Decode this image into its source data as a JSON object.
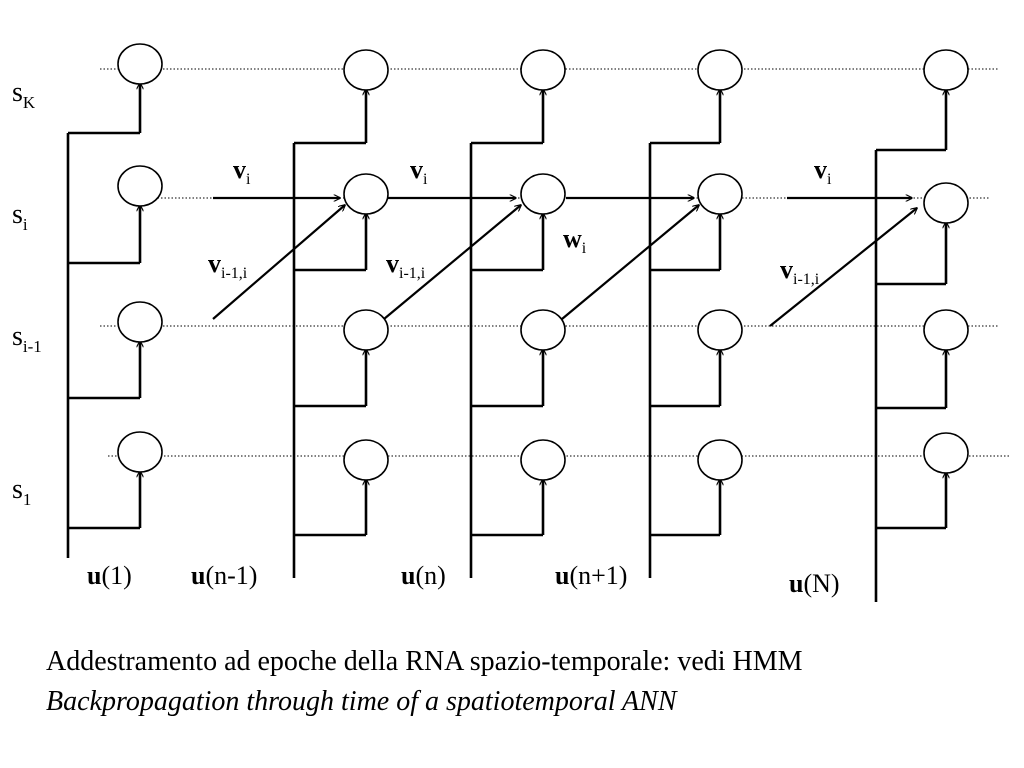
{
  "state_labels": [
    {
      "base": "s",
      "sub": "K"
    },
    {
      "base": "s",
      "sub": "i"
    },
    {
      "base": "s",
      "sub": "i-1"
    },
    {
      "base": "s",
      "sub": "1"
    }
  ],
  "input_labels": [
    {
      "bold": "u",
      "rest": "(1)"
    },
    {
      "bold": "u",
      "rest": "(n-1)"
    },
    {
      "bold": "u",
      "rest": "(n)"
    },
    {
      "bold": "u",
      "rest": "(n+1)"
    },
    {
      "bold": "u",
      "rest": "(N)"
    }
  ],
  "weights": {
    "v_i": {
      "base": "v",
      "sub": "i"
    },
    "v_prev": {
      "base": "v",
      "sub": "i-1,i"
    },
    "w_i": {
      "base": "w",
      "sub": "i"
    }
  },
  "caption": {
    "italian": "Addestramento ad epoche della RNA spazio-temporale: vedi HMM",
    "english": "Backpropagation through time of a spatiotemporal ANN"
  }
}
